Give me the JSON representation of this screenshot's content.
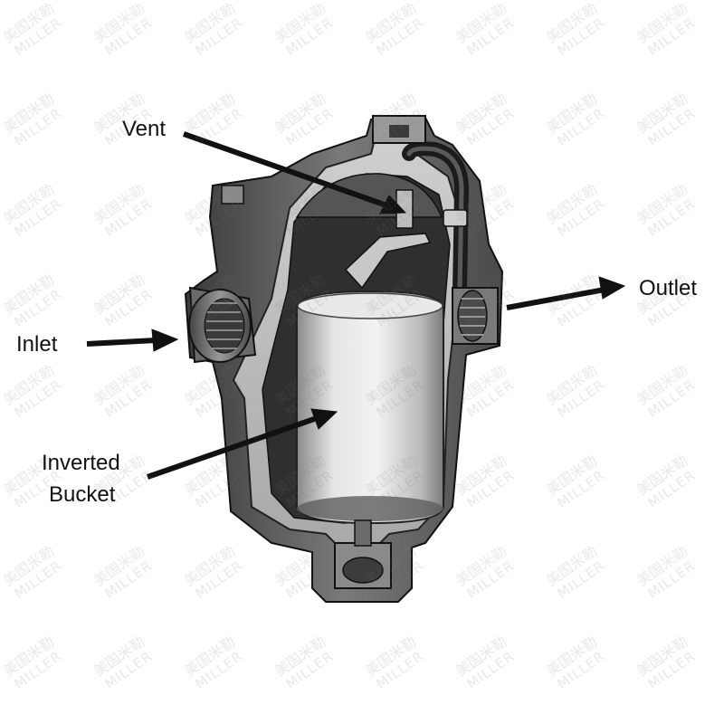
{
  "labels": {
    "vent": "Vent",
    "outlet": "Outlet",
    "inlet": "Inlet",
    "bucket_line1": "Inverted",
    "bucket_line2": "Bucket"
  },
  "watermark": {
    "chinese": "美国米勒",
    "english": "MILLER"
  },
  "colors": {
    "body_dark": "#2c2c2c",
    "body_mid": "#6b6b6b",
    "body_light": "#c9c9c9",
    "bucket": "#d8d8d8",
    "arrow": "#111111"
  }
}
